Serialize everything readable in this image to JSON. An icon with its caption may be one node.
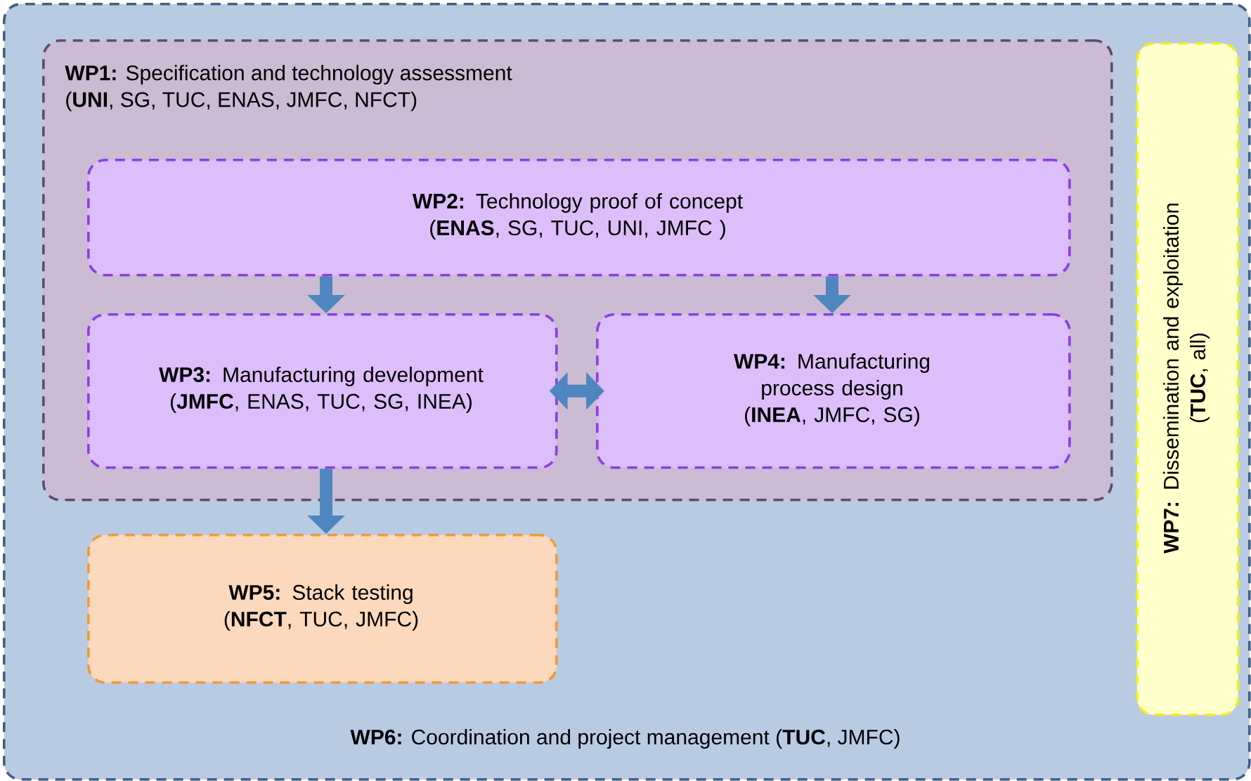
{
  "diagram": {
    "nodes": [
      {
        "text": [
          "**WP6:** Coordination and project management (**TUC**, JMFC)"
        ]
      },
      {
        "text": [
          "**WP1:** Specification and technology assessment",
          "(**UNI**, SG, TUC, ENAS, JMFC, NFCT)"
        ],
        "in": 0
      },
      {
        "text": [
          "**WP2:** Technology proof of concept",
          "(**ENAS**, SG, TUC, UNI, JMFC )"
        ],
        "in": 1
      },
      {
        "text": [
          "**WP3:** Manufacturing development",
          "(**JMFC**, ENAS, TUC, SG, INEA)"
        ],
        "in": 1
      },
      {
        "text": [
          "**WP4:** Manufacturing process design",
          "(**INEA**, JMFC, SG)"
        ],
        "in": 1
      },
      {
        "text": [
          "**WP5:** Stack testing",
          "(**NFCT**, TUC, JMFC)"
        ],
        "in": 0
      },
      {
        "text": [
          "**WP7:** Dissemination and exploitation",
          "(**TUC**, all)"
        ],
        "in": 0
      }
    ],
    "edges": [
      {
        "from": 2,
        "to": 3,
        "arrow": "to"
      },
      {
        "from": 2,
        "to": 4,
        "arrow": "to"
      },
      {
        "from": 3,
        "to": 4,
        "arrow": "both"
      },
      {
        "from": 3,
        "to": 5,
        "arrow": "to"
      }
    ]
  }
}
